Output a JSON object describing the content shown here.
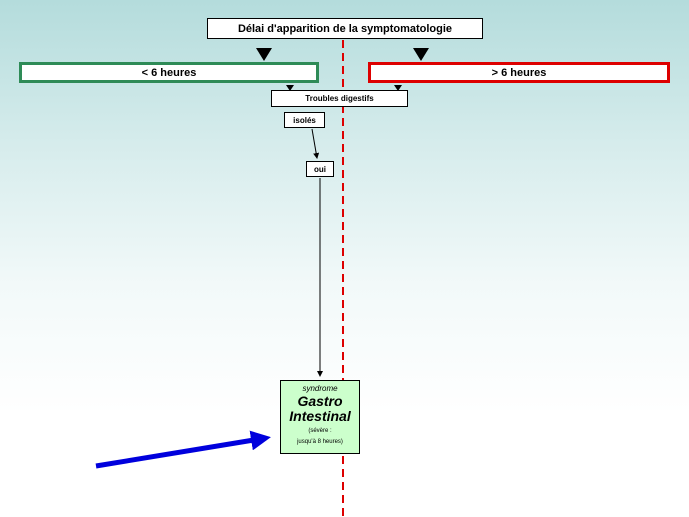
{
  "title": "Délai d'apparition de la symptomatologie",
  "left_branch": "< 6 heures",
  "right_branch": "> 6 heures",
  "node_troubles": "Troubles digestifs",
  "node_isoles": "isolés",
  "node_oui": "oui",
  "result": {
    "prefix": "syndrome",
    "name_line1": "Gastro",
    "name_line2": "Intestinal",
    "note_line1": "(sévère :",
    "note_line2": "jusqu'à 8 heures)"
  },
  "colors": {
    "left_border": "#2e8b57",
    "right_border": "#dd0000",
    "divider": "#dd0000",
    "pointer_arrow": "#0000dd",
    "result_fill": "#ccffcc"
  }
}
